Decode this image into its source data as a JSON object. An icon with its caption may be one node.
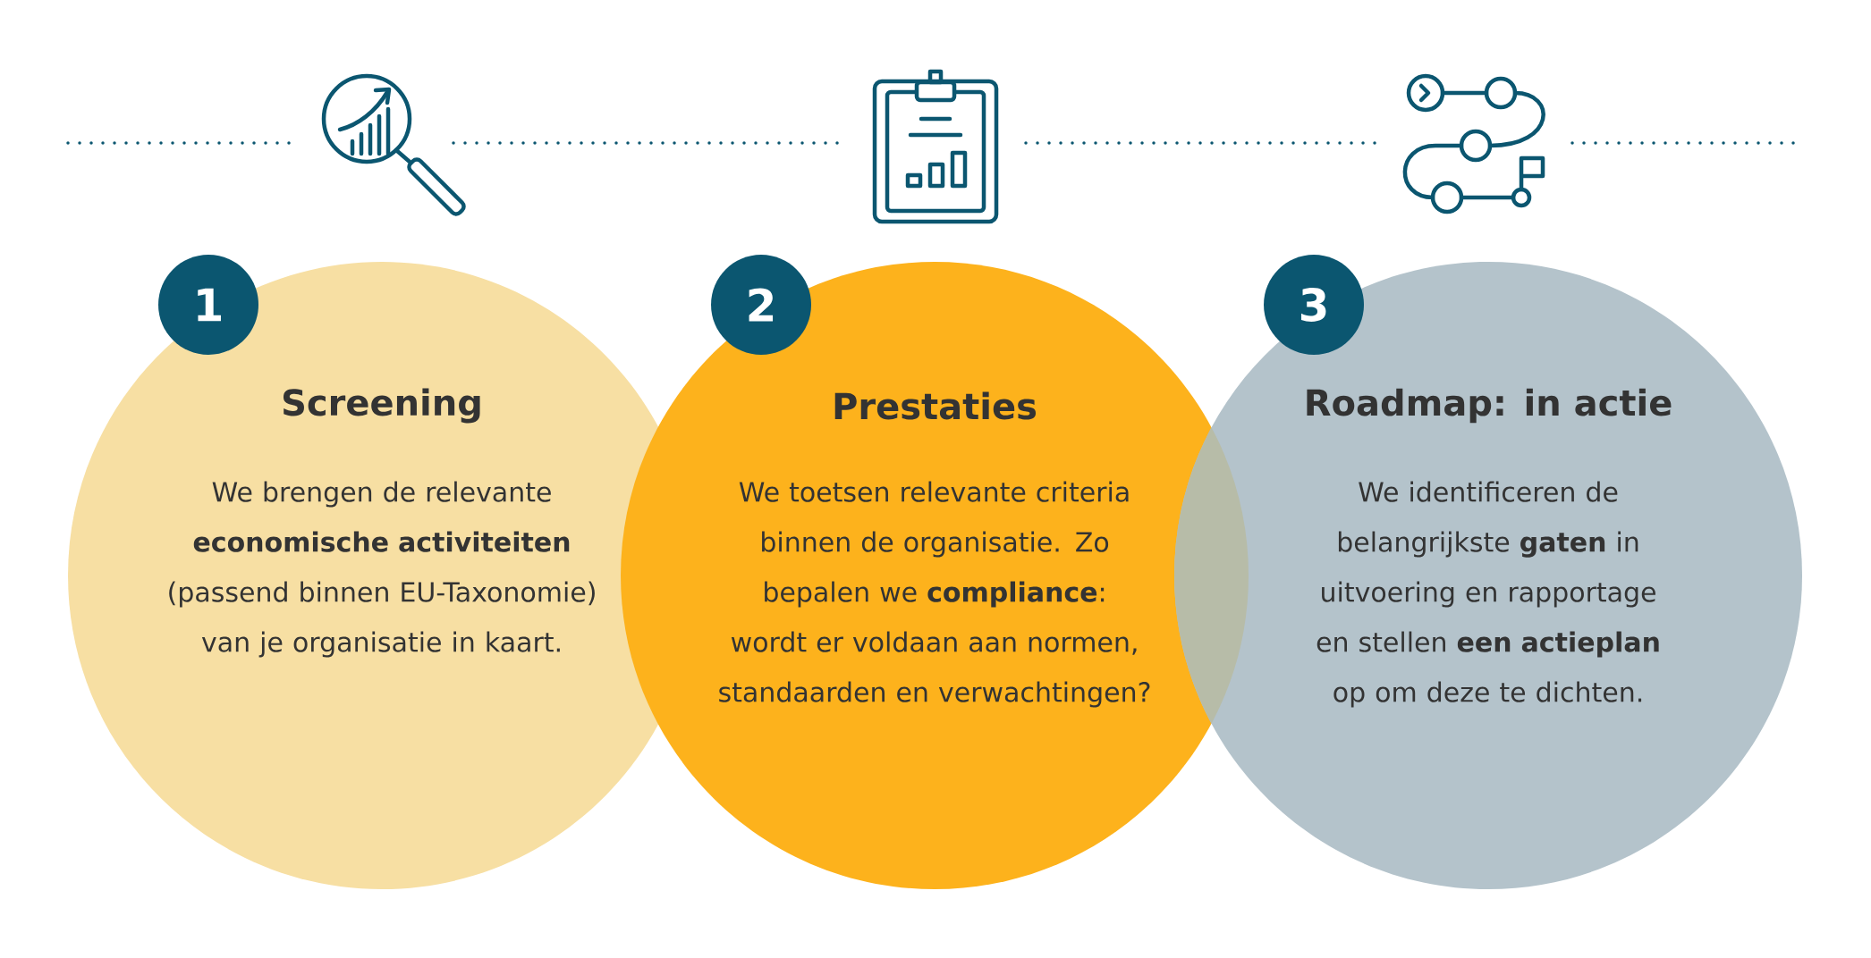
{
  "diagram": {
    "nodes": [
      {
        "text": [
          "1"
        ]
      },
      {
        "text": [
          "Screening",
          "We brengen de relevante **economische activiteiten** (passend binnen EU-Taxonomie) van je organisatie in kaart."
        ]
      },
      {
        "text": [
          "2"
        ]
      },
      {
        "text": [
          "Prestaties",
          "We toetsen relevante criteria binnen de organisatie. Zo bepalen we **compliance**: wordt er voldaan aan normen, standaarden en verwachtingen?"
        ]
      },
      {
        "text": [
          "3"
        ]
      },
      {
        "text": [
          "Roadmap: in actie",
          "We identificeren de belangrijkste **gaten** in uitvoering en rapportage en stellen **een actieplan** op om deze te dichten."
        ]
      }
    ]
  }
}
